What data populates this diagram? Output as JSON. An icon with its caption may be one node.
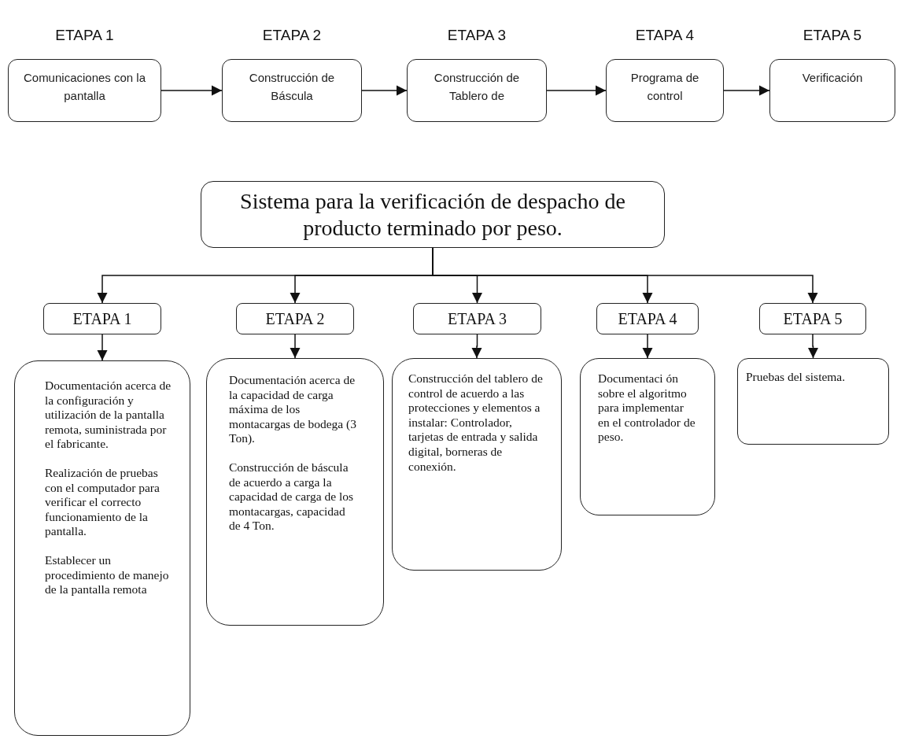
{
  "diagram": {
    "nodes": [
      {
        "text": [
          "ETAPA 1",
          "Comunicaciones con la pantalla"
        ]
      },
      {
        "text": [
          "ETAPA 2",
          "Construcción de Báscula"
        ]
      },
      {
        "text": [
          "ETAPA 3",
          "Construcción de Tablero de"
        ]
      },
      {
        "text": [
          "ETAPA 4",
          "Programa de control"
        ]
      },
      {
        "text": [
          "ETAPA 5",
          "Verificación"
        ]
      },
      {
        "text": [
          "Sistema para la verificación de despacho de producto terminado por peso."
        ]
      },
      {
        "text": [
          "ETAPA 1"
        ]
      },
      {
        "text": [
          "ETAPA 2"
        ]
      },
      {
        "text": [
          "ETAPA 3"
        ]
      },
      {
        "text": [
          "ETAPA 4"
        ]
      },
      {
        "text": [
          "ETAPA 5"
        ]
      },
      {
        "text": [
          "Documentación acerca de la configuración y utilización de la pantalla remota, suministrada por el fabricante.",
          "Realización de pruebas con el computador para verificar el correcto funcionamiento de la pantalla.",
          "Establecer un procedimiento de manejo de la pantalla remota"
        ]
      },
      {
        "text": [
          "Documentación acerca de la capacidad de carga máxima de los montacargas de bodega (3 Ton).",
          "Construcción de báscula de acuerdo a carga la capacidad de carga de los montacargas, capacidad de 4 Ton."
        ]
      },
      {
        "text": [
          "Construcción del tablero de control de acuerdo a las protecciones y elementos a instalar: Controlador, tarjetas de entrada y salida digital, borneras de conexión."
        ]
      },
      {
        "text": [
          "Documentaci ón sobre el algoritmo para implementar en el controlador de peso."
        ]
      },
      {
        "text": [
          "Pruebas del sistema."
        ]
      }
    ],
    "edges": [
      {
        "from": 0,
        "to": 1,
        "arrow": "to"
      },
      {
        "from": 1,
        "to": 2,
        "arrow": "to"
      },
      {
        "from": 2,
        "to": 3,
        "arrow": "to"
      },
      {
        "from": 3,
        "to": 4,
        "arrow": "to"
      },
      {
        "from": 5,
        "to": 6,
        "arrow": "to"
      },
      {
        "from": 5,
        "to": 7,
        "arrow": "to"
      },
      {
        "from": 5,
        "to": 8,
        "arrow": "to"
      },
      {
        "from": 5,
        "to": 9,
        "arrow": "to"
      },
      {
        "from": 5,
        "to": 10,
        "arrow": "to"
      },
      {
        "from": 6,
        "to": 11,
        "arrow": "to"
      },
      {
        "from": 7,
        "to": 12,
        "arrow": "to"
      },
      {
        "from": 8,
        "to": 13,
        "arrow": "to"
      },
      {
        "from": 9,
        "to": 14,
        "arrow": "to"
      },
      {
        "from": 10,
        "to": 15,
        "arrow": "to"
      }
    ]
  }
}
